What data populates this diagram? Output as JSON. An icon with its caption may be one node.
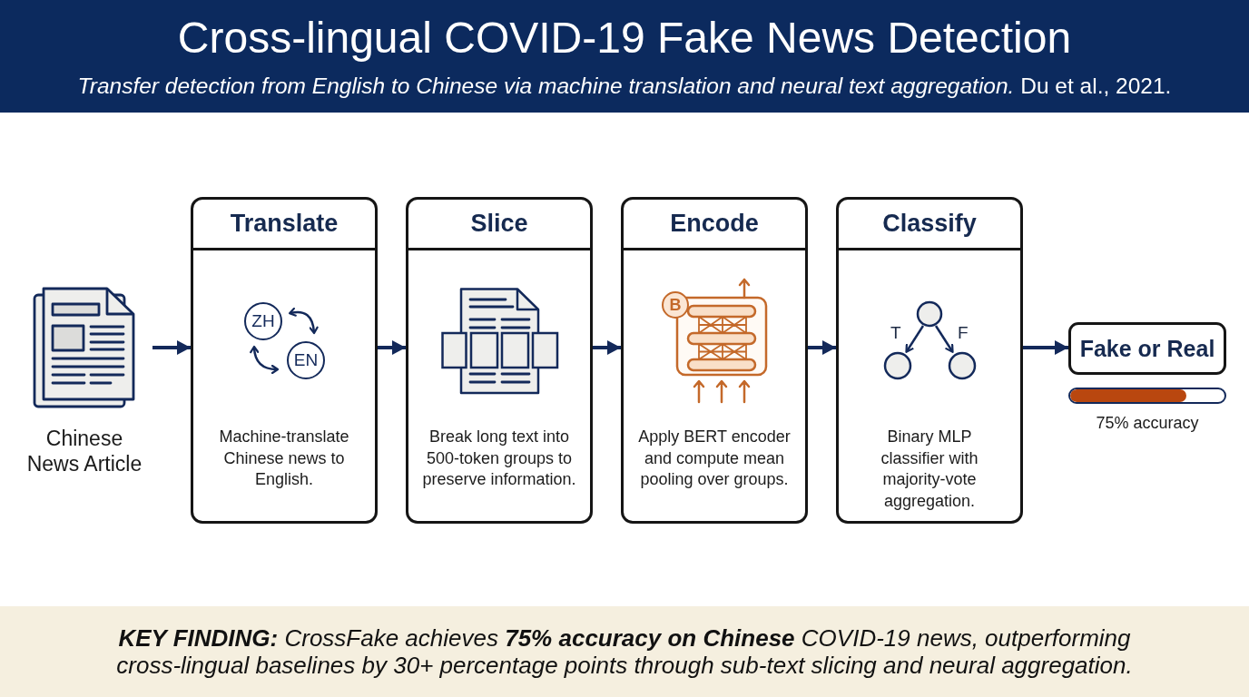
{
  "diagram": {
    "title": "Cross-lingual COVID-19 Fake News Detection",
    "caption": "**KEY FINDING:** CrossFake achieves **75% accuracy on Chinese** COVID-19 news, outperforming cross-lingual baselines by 30+ percentage points through sub-text slicing and neural aggregation.",
    "nodes": [
      {
        "text": [
          "Chinese News Article"
        ]
      },
      {
        "text": [
          "Translate",
          "Machine-translate Chinese news to English."
        ]
      },
      {
        "text": [
          "Slice",
          "Break long text into 500-token groups to preserve information."
        ]
      },
      {
        "text": [
          "Encode",
          "Apply BERT encoder and compute mean pooling over groups."
        ]
      },
      {
        "text": [
          "Classify",
          "Binary MLP classifier with majority-vote aggregation."
        ]
      },
      {
        "text": [
          "Fake or Real"
        ],
        "beside": [
          "75% accuracy"
        ]
      }
    ],
    "edges": [
      {
        "from": 0,
        "to": 1,
        "arrow": "to"
      },
      {
        "from": 1,
        "to": 2,
        "arrow": "to"
      },
      {
        "from": 2,
        "to": 3,
        "arrow": "to"
      },
      {
        "from": 3,
        "to": 4,
        "arrow": "to"
      },
      {
        "from": 4,
        "to": 5,
        "arrow": "to"
      }
    ],
    "labels": [
      "*Transfer detection from English to Chinese via machine translation and neural text aggregation.* Du et al., 2021.",
      "ZH",
      "EN",
      "B",
      "T",
      "F"
    ]
  }
}
